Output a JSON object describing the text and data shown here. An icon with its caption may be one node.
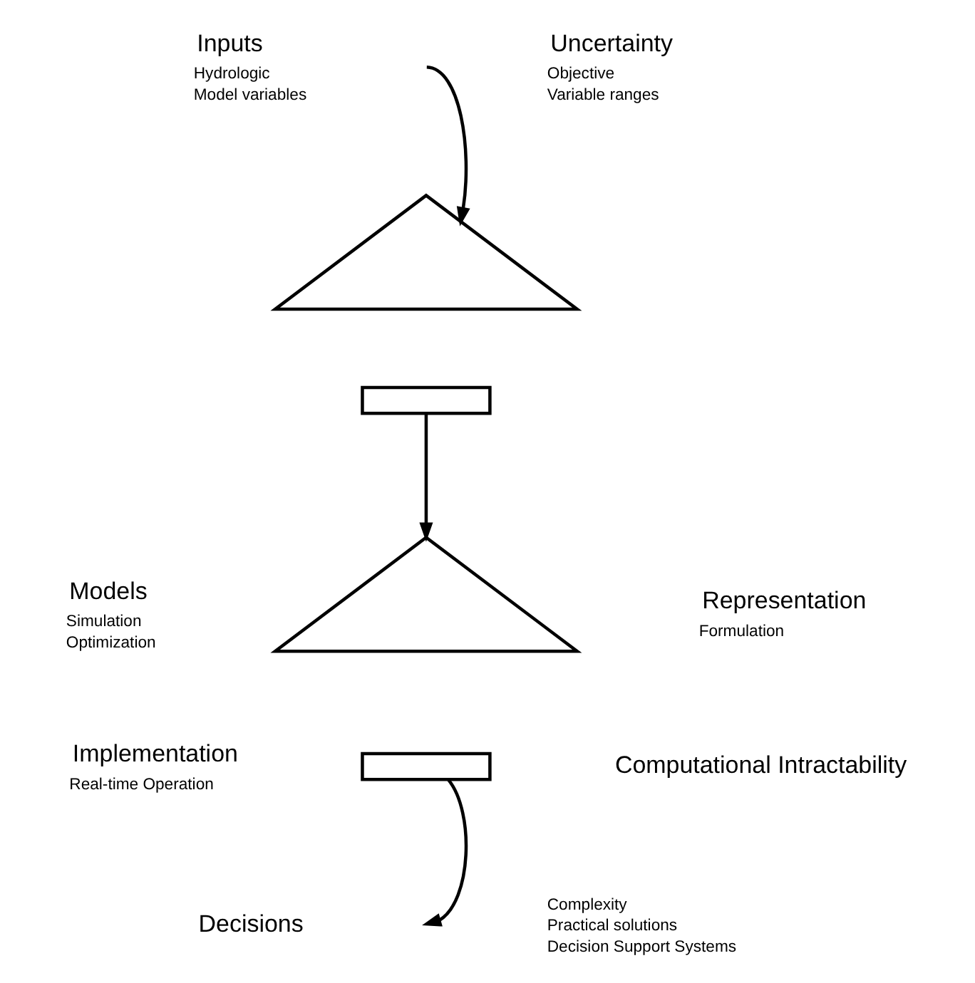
{
  "diagram": {
    "nodes": [
      {
        "text": [],
        "shape": "triangle"
      },
      {
        "text": [],
        "shape": "box"
      },
      {
        "text": [],
        "shape": "triangle"
      },
      {
        "text": [],
        "shape": "box"
      }
    ],
    "edges": [
      {
        "from": null,
        "to": 0,
        "arrow": "to"
      },
      {
        "from": 1,
        "to": 2,
        "arrow": "to"
      },
      {
        "from": 3,
        "to": null,
        "arrow": "to"
      }
    ],
    "labels": [
      "Inputs",
      "Hydrologic",
      "Model variables",
      "Uncertainty",
      "Objective",
      "Variable ranges",
      "Models",
      "Simulation",
      "Optimization",
      "Representation",
      "Formulation",
      "Implementation",
      "Computational Intractability",
      "Real-time Operation",
      "Complexity",
      "Practical solutions",
      "Decision Support Systems",
      "Decisions"
    ]
  }
}
